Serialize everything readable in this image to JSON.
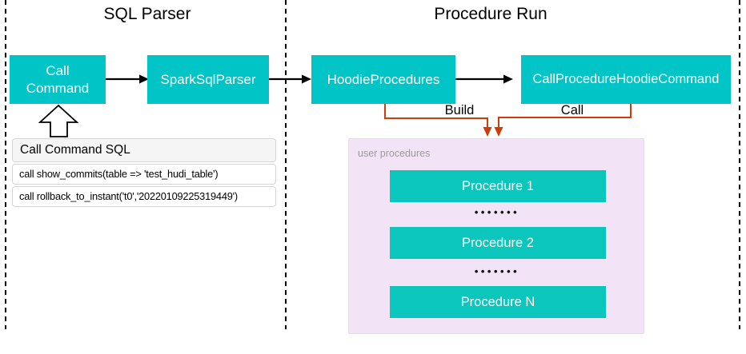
{
  "sections": {
    "left_title": "SQL Parser",
    "right_title": "Procedure Run"
  },
  "nodes": {
    "call_command": "Call\nCommand",
    "spark_sql_parser": "SparkSqlParser",
    "hoodie_procedures": "HoodieProcedures",
    "call_procedure_hoodie_command": "CallProcedureHoodieCommand"
  },
  "edge_labels": {
    "build": "Build",
    "call": "Call"
  },
  "sql_panel": {
    "title": "Call Command SQL",
    "rows": [
      "call show_commits(table => 'test_hudi_table')",
      "call rollback_to_instant('t0','20220109225319449')"
    ]
  },
  "user_procedures": {
    "label": "user procedures",
    "items": [
      "Procedure 1",
      "Procedure 2",
      "Procedure N"
    ],
    "ellipsis": "•••••••"
  },
  "colors": {
    "node_teal": "#00C4C6",
    "procedure_teal": "#0BC6BC",
    "panel_lavender": "#F2E4F6",
    "connector_red": "#CC3D0E",
    "connector_black": "#000000",
    "sql_header_gray": "#F5F5F5"
  }
}
